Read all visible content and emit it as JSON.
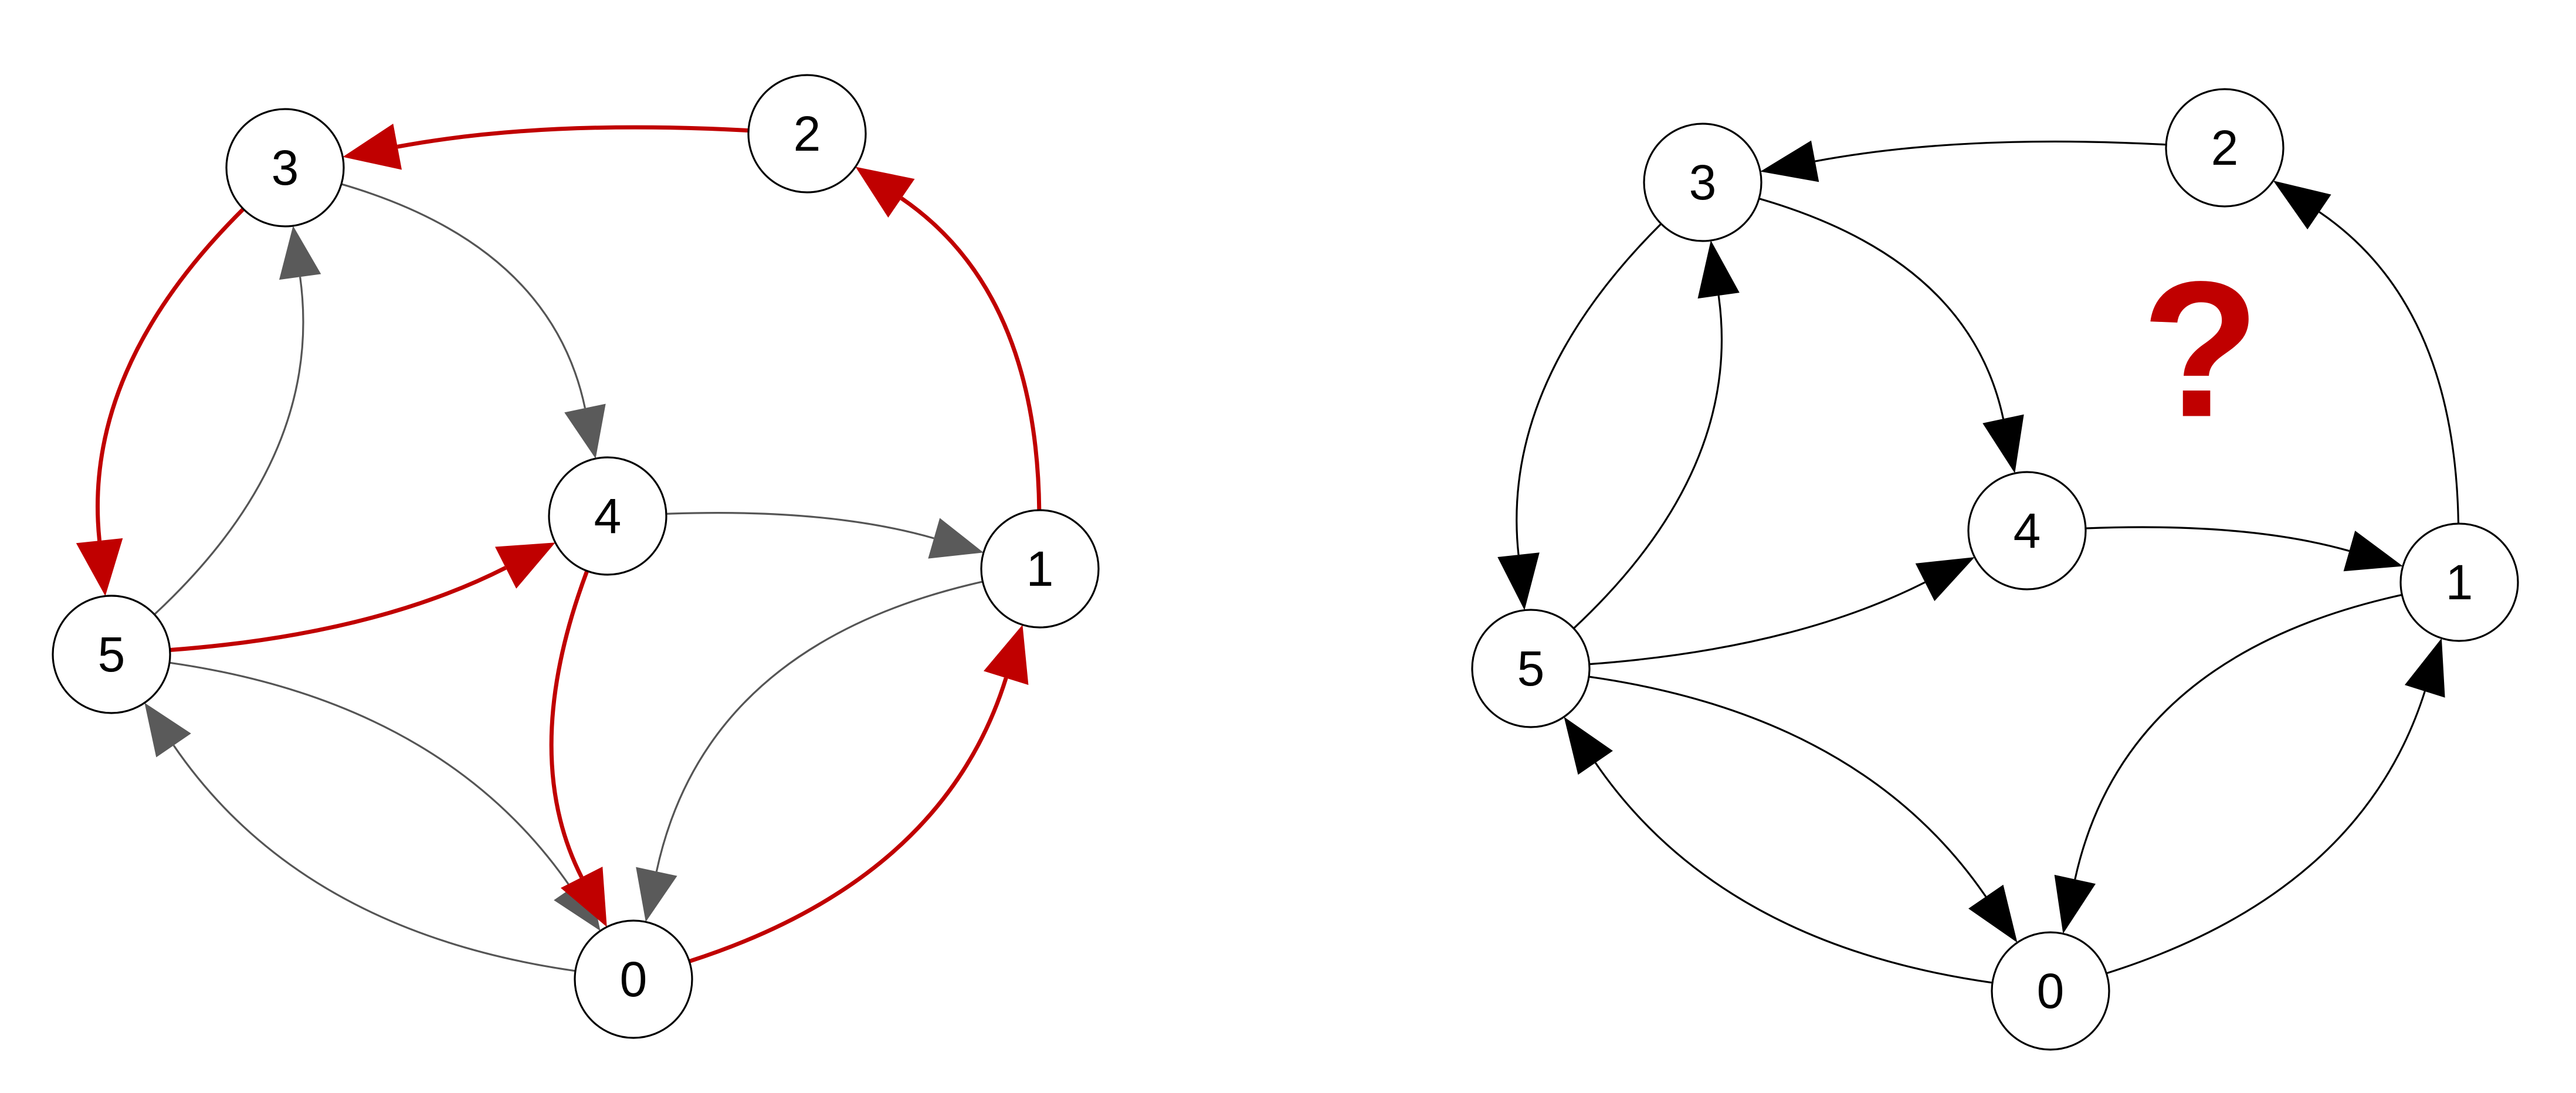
{
  "colors": {
    "highlight": "#c00000",
    "gray_edge": "#555555",
    "gray_arrow": "#5a5a5a",
    "black": "#000000",
    "question": "#c00000"
  },
  "left_graph": {
    "nodes": [
      {
        "id": "0",
        "label": "0"
      },
      {
        "id": "1",
        "label": "1"
      },
      {
        "id": "2",
        "label": "2"
      },
      {
        "id": "3",
        "label": "3"
      },
      {
        "id": "4",
        "label": "4"
      },
      {
        "id": "5",
        "label": "5"
      }
    ],
    "edges": [
      {
        "from": "2",
        "to": "3",
        "highlighted": true
      },
      {
        "from": "3",
        "to": "5",
        "highlighted": true
      },
      {
        "from": "5",
        "to": "4",
        "highlighted": true
      },
      {
        "from": "4",
        "to": "0",
        "highlighted": true
      },
      {
        "from": "0",
        "to": "1",
        "highlighted": true
      },
      {
        "from": "1",
        "to": "2",
        "highlighted": true
      },
      {
        "from": "5",
        "to": "3",
        "highlighted": false
      },
      {
        "from": "3",
        "to": "4",
        "highlighted": false
      },
      {
        "from": "4",
        "to": "1",
        "highlighted": false
      },
      {
        "from": "1",
        "to": "0",
        "highlighted": false
      },
      {
        "from": "5",
        "to": "0",
        "highlighted": false
      },
      {
        "from": "0",
        "to": "5",
        "highlighted": false
      }
    ]
  },
  "right_graph": {
    "nodes": [
      {
        "id": "0",
        "label": "0"
      },
      {
        "id": "1",
        "label": "1"
      },
      {
        "id": "2",
        "label": "2"
      },
      {
        "id": "3",
        "label": "3"
      },
      {
        "id": "4",
        "label": "4"
      },
      {
        "id": "5",
        "label": "5"
      }
    ],
    "edges": [
      {
        "from": "2",
        "to": "3"
      },
      {
        "from": "3",
        "to": "5"
      },
      {
        "from": "5",
        "to": "4"
      },
      {
        "from": "0",
        "to": "1"
      },
      {
        "from": "1",
        "to": "2"
      },
      {
        "from": "5",
        "to": "3"
      },
      {
        "from": "3",
        "to": "4"
      },
      {
        "from": "4",
        "to": "1"
      },
      {
        "from": "1",
        "to": "0"
      },
      {
        "from": "5",
        "to": "0"
      },
      {
        "from": "0",
        "to": "5"
      }
    ],
    "annotation": "?"
  }
}
